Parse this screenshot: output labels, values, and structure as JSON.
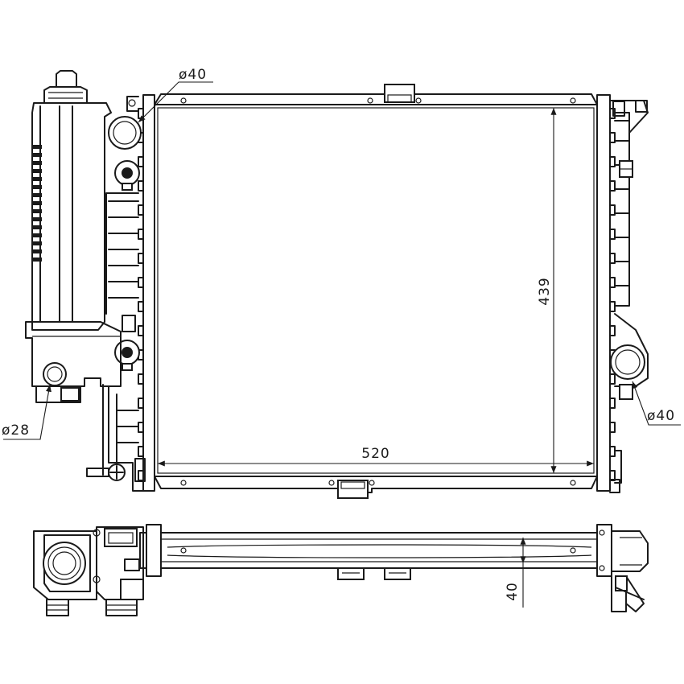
{
  "dimensions": {
    "width": "520",
    "height": "439",
    "depth": "40",
    "inlet_diameter": "ø40",
    "outlet_diameter": "ø40",
    "port_diameter": "ø28"
  }
}
